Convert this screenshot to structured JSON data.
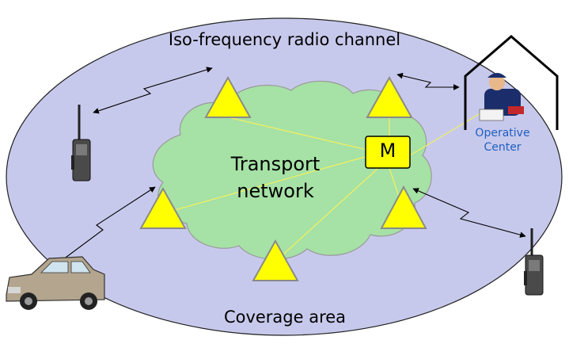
{
  "diagram": {
    "title": "Iso-frequency radio channel",
    "cloud_label_line1": "Transport",
    "cloud_label_line2": "network",
    "master_label": "M",
    "operative_center_line1": "Operative",
    "operative_center_line2": "Center",
    "coverage_label": "Coverage area"
  },
  "colors": {
    "coverage_fill": "#c7c9ec",
    "cloud_fill": "#a6e1a6",
    "triangle_fill": "#ffff00",
    "link_line": "#f0f060",
    "label_blue": "#1f5fbf"
  }
}
